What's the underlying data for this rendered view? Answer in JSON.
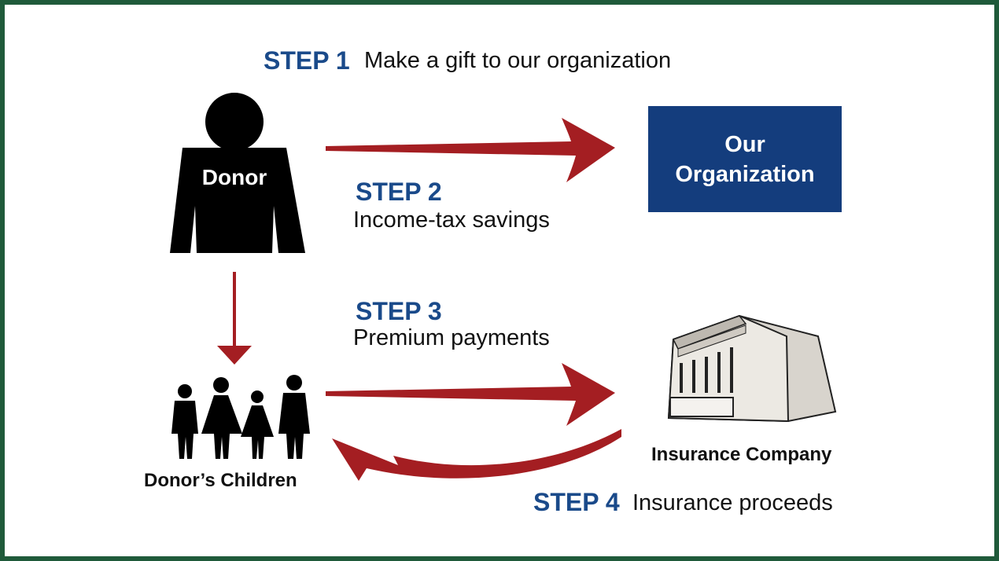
{
  "colors": {
    "step_blue": "#1a4a8a",
    "arrow_red": "#a41e22",
    "org_box": "#143d7d",
    "frame_green": "#1f5a3a",
    "silhouette": "#000000"
  },
  "steps": [
    {
      "label": "STEP 1",
      "text": "Make a gift to our organization"
    },
    {
      "label": "STEP 2",
      "text": "Income-tax savings"
    },
    {
      "label": "STEP 3",
      "text": "Premium payments"
    },
    {
      "label": "STEP 4",
      "text": "Insurance proceeds"
    }
  ],
  "nodes": {
    "donor": {
      "label": "Donor",
      "icon": "person-silhouette-icon"
    },
    "organization": {
      "line1": "Our",
      "line2": "Organization"
    },
    "children": {
      "label": "Donor’s Children",
      "icon": "family-silhouette-icon"
    },
    "insurance": {
      "label": "Insurance Company",
      "icon": "insurance-building-icon"
    }
  }
}
